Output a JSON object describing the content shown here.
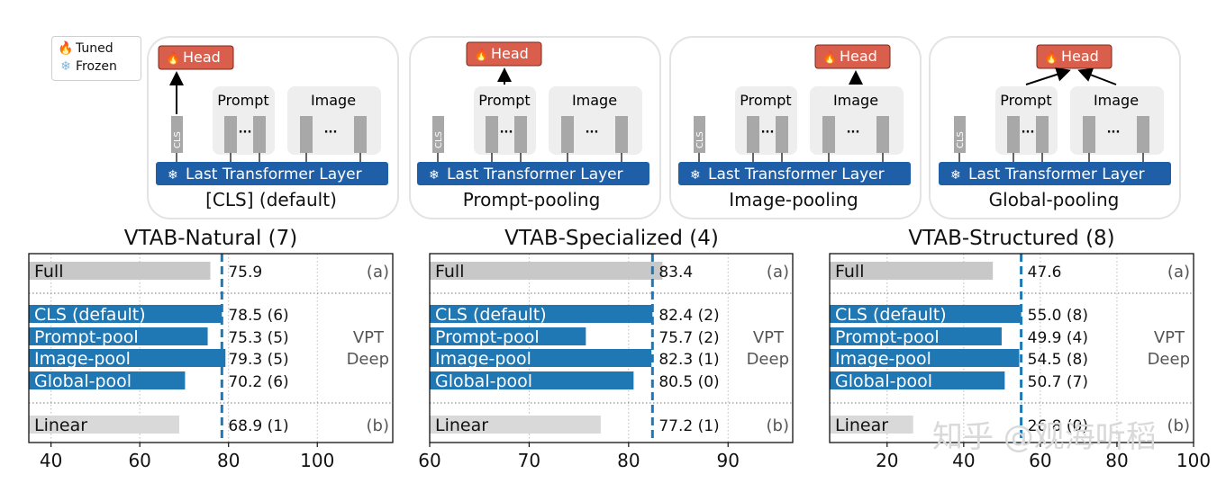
{
  "legend": {
    "tuned_label": "Tuned",
    "frozen_label": "Frozen",
    "tuned_icon": "fire-icon",
    "frozen_icon": "snowflake-icon"
  },
  "diagram": {
    "head_label": "Head",
    "prompt_label": "Prompt",
    "image_label": "Image",
    "cls_label": "CLS",
    "layer_label": "Last Transformer Layer",
    "dots": "···",
    "colors": {
      "head": "#d95f4c",
      "layer": "#1f5fa8",
      "token": "#a8a8a8",
      "group_bg": "#eeeeee"
    },
    "variants": [
      {
        "title": "[CLS] (default)",
        "pooling": "cls"
      },
      {
        "title": "Prompt-pooling",
        "pooling": "prompt"
      },
      {
        "title": "Image-pooling",
        "pooling": "image"
      },
      {
        "title": "Global-pooling",
        "pooling": "global"
      }
    ]
  },
  "watermark": "知乎 @观海听稻",
  "chart_data": [
    {
      "type": "bar",
      "orientation": "horizontal",
      "title": "VTAB-Natural (7)",
      "categories": [
        "Full",
        "CLS (default)",
        "Prompt-pool",
        "Image-pool",
        "Global-pool",
        "Linear"
      ],
      "values": [
        75.9,
        78.5,
        75.3,
        79.3,
        70.2,
        68.9
      ],
      "value_labels": [
        "75.9",
        "78.5 (6)",
        "75.3 (5)",
        "79.3 (5)",
        "70.2 (6)",
        "68.9 (1)"
      ],
      "group_labels": [
        "(a)",
        "VPT",
        "Deep",
        "(b)"
      ],
      "reference_line": 78.5,
      "xlim": [
        35,
        117
      ],
      "xticks": [
        40,
        60,
        80,
        100
      ],
      "grid": true
    },
    {
      "type": "bar",
      "orientation": "horizontal",
      "title": "VTAB-Specialized (4)",
      "categories": [
        "Full",
        "CLS (default)",
        "Prompt-pool",
        "Image-pool",
        "Global-pool",
        "Linear"
      ],
      "values": [
        83.4,
        82.4,
        75.7,
        82.3,
        80.5,
        77.2
      ],
      "value_labels": [
        "83.4",
        "82.4 (2)",
        "75.7 (2)",
        "82.3 (1)",
        "80.5 (0)",
        "77.2 (1)"
      ],
      "group_labels": [
        "(a)",
        "VPT",
        "Deep",
        "(b)"
      ],
      "reference_line": 82.4,
      "xlim": [
        60,
        96.5
      ],
      "xticks": [
        60,
        70,
        80,
        90
      ],
      "grid": true
    },
    {
      "type": "bar",
      "orientation": "horizontal",
      "title": "VTAB-Structured (8)",
      "categories": [
        "Full",
        "CLS (default)",
        "Prompt-pool",
        "Image-pool",
        "Global-pool",
        "Linear"
      ],
      "values": [
        47.6,
        55.0,
        49.9,
        54.5,
        50.7,
        26.8
      ],
      "value_labels": [
        "47.6",
        "55.0 (8)",
        "49.9 (4)",
        "54.5 (8)",
        "50.7 (7)",
        "26.8 (0)"
      ],
      "group_labels": [
        "(a)",
        "VPT",
        "Deep",
        "(b)"
      ],
      "reference_line": 55.0,
      "xlim": [
        5,
        100
      ],
      "xticks": [
        20,
        40,
        60,
        80,
        100
      ],
      "grid": true
    }
  ]
}
